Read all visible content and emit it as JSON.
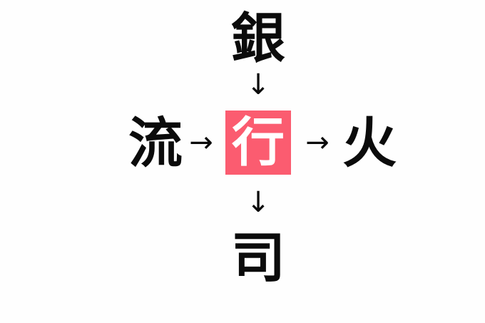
{
  "diagram": {
    "type": "kanji-crossword-puzzle",
    "background_color": "#fefefe",
    "ink_color": "#0b0b0b",
    "highlight_color": "#fb5c70",
    "highlight_text_color": "#ffffff",
    "center": {
      "character": "行",
      "role": "shared-center-character",
      "highlighted": true
    },
    "top": {
      "character": "銀",
      "position": "top"
    },
    "left": {
      "character": "流",
      "position": "left"
    },
    "right": {
      "character": "火",
      "position": "right"
    },
    "bottom": {
      "character": "司",
      "position": "bottom"
    },
    "arrows": [
      {
        "name": "arrow-top-down",
        "glyph": "↓",
        "direction": "down",
        "from": "銀",
        "to": "行"
      },
      {
        "name": "arrow-left-right",
        "glyph": "→",
        "direction": "right",
        "from": "流",
        "to": "行"
      },
      {
        "name": "arrow-right-right",
        "glyph": "→",
        "direction": "right",
        "from": "行",
        "to": "火"
      },
      {
        "name": "arrow-bottom-down",
        "glyph": "↓",
        "direction": "down",
        "from": "行",
        "to": "司"
      }
    ]
  }
}
